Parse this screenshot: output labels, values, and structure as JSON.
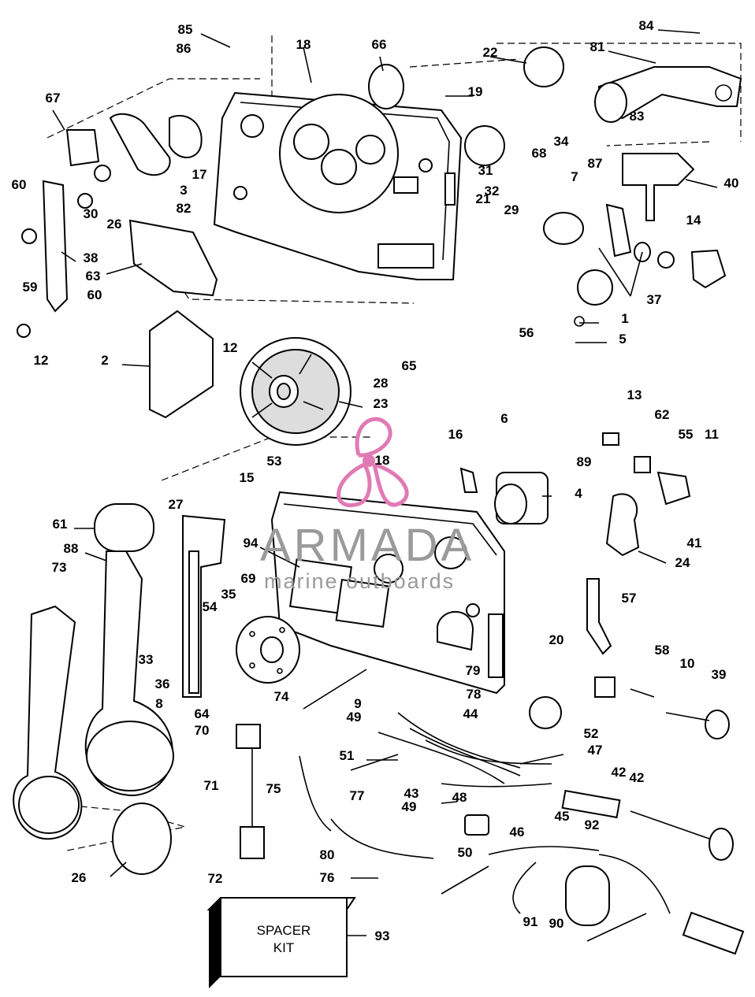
{
  "watermark": {
    "brand": "ARMADA",
    "tagline": "marine outboards",
    "logo_color": "#e07ab4",
    "text_color": "#9a9a9a"
  },
  "kit_box": {
    "line1": "SPACER",
    "line2": "KIT",
    "callout": "93"
  },
  "callouts": [
    "85",
    "86",
    "18",
    "66",
    "22",
    "84",
    "81",
    "67",
    "19",
    "34",
    "83",
    "68",
    "31",
    "17",
    "87",
    "7",
    "40",
    "60",
    "3",
    "21",
    "32",
    "82",
    "30",
    "26",
    "29",
    "14",
    "38",
    "63",
    "60",
    "59",
    "37",
    "56",
    "1",
    "5",
    "12",
    "2",
    "12",
    "65",
    "28",
    "23",
    "13",
    "62",
    "16",
    "6",
    "55",
    "11",
    "89",
    "18",
    "53",
    "15",
    "4",
    "41",
    "24",
    "61",
    "27",
    "94",
    "88",
    "73",
    "69",
    "35",
    "54",
    "57",
    "33",
    "20",
    "58",
    "10",
    "36",
    "79",
    "39",
    "9",
    "78",
    "64",
    "74",
    "44",
    "49",
    "52",
    "8",
    "70",
    "51",
    "47",
    "42",
    "42",
    "75",
    "43",
    "48",
    "49",
    "71",
    "77",
    "46",
    "45",
    "50",
    "92",
    "80",
    "72",
    "76",
    "26",
    "91",
    "90"
  ]
}
